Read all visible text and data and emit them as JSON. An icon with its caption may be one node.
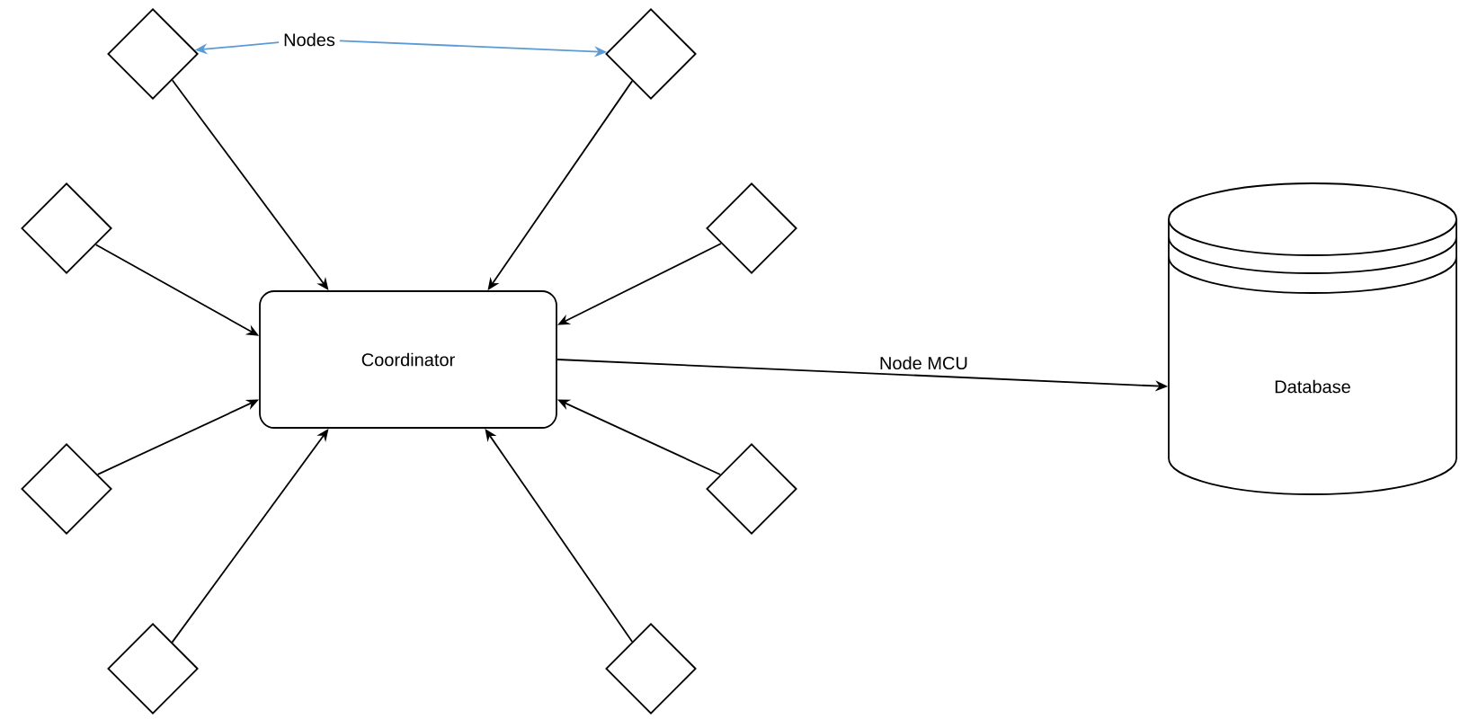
{
  "diagram": {
    "nodes": [
      {
        "text": [],
        "shape": "diamond"
      },
      {
        "text": [
          "Nodes"
        ]
      },
      {
        "text": [],
        "shape": "diamond"
      },
      {
        "text": [],
        "shape": "diamond"
      },
      {
        "text": [],
        "shape": "diamond"
      },
      {
        "text": [
          "Coordinator"
        ]
      },
      {
        "text": [
          "Database"
        ]
      },
      {
        "text": [],
        "shape": "diamond"
      },
      {
        "text": [],
        "shape": "diamond"
      },
      {
        "text": [],
        "shape": "diamond"
      },
      {
        "text": [],
        "shape": "diamond"
      }
    ],
    "edges": [
      {
        "from": 1,
        "to": 0,
        "arrow": "to",
        "color": "#5b9bd5"
      },
      {
        "from": 1,
        "to": 2,
        "arrow": "to",
        "color": "#5b9bd5"
      },
      {
        "from": 0,
        "to": 5,
        "arrow": "to"
      },
      {
        "from": 2,
        "to": 5,
        "arrow": "to"
      },
      {
        "from": 3,
        "to": 5,
        "arrow": "to"
      },
      {
        "from": 4,
        "to": 5,
        "arrow": "to"
      },
      {
        "from": 7,
        "to": 5,
        "arrow": "to"
      },
      {
        "from": 8,
        "to": 5,
        "arrow": "to"
      },
      {
        "from": 9,
        "to": 5,
        "arrow": "to"
      },
      {
        "from": 10,
        "to": 5,
        "arrow": "to"
      },
      {
        "from": 5,
        "to": 6,
        "arrow": "to",
        "label": "Node MCU"
      }
    ]
  }
}
